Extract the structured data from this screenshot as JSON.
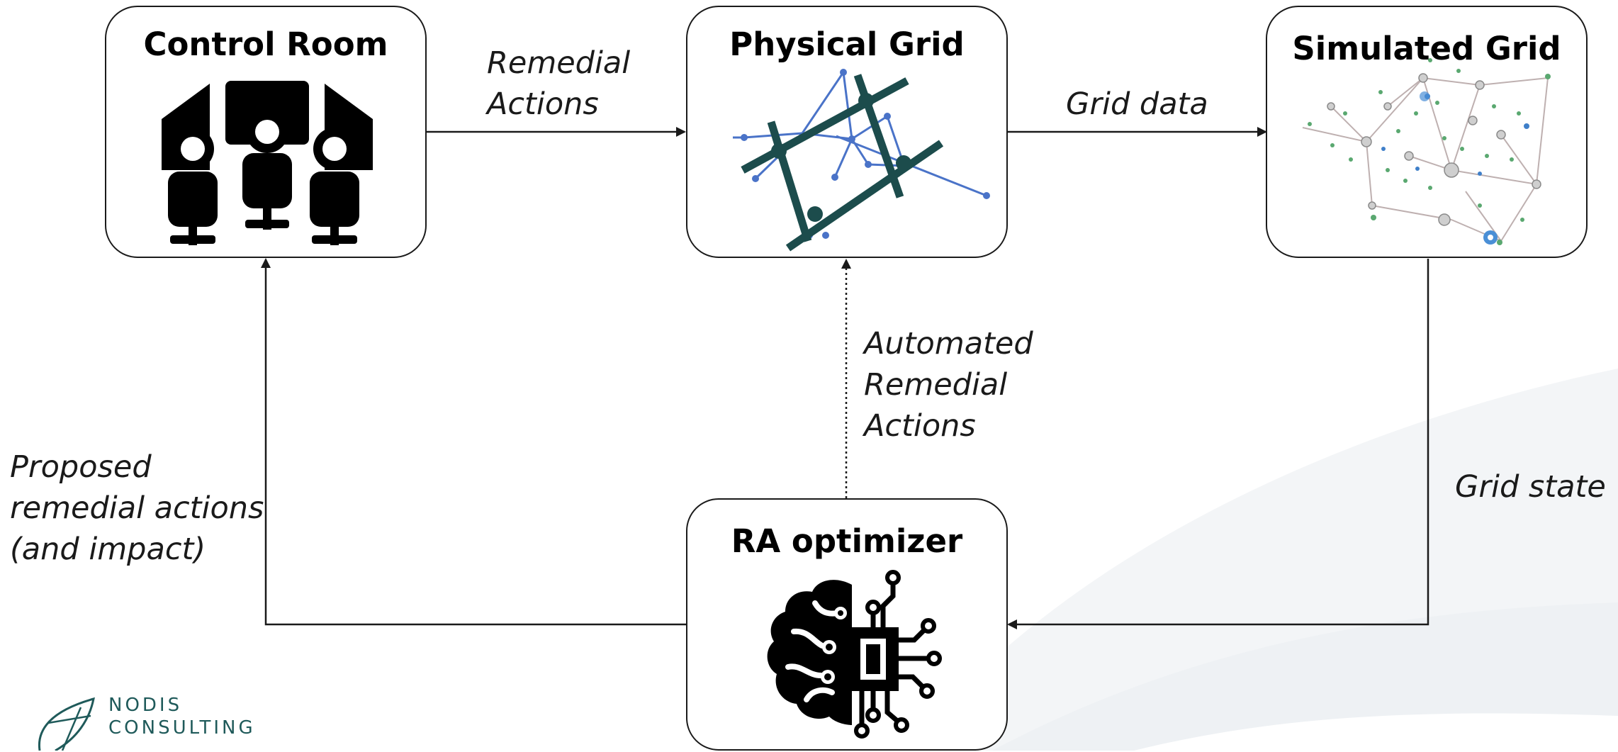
{
  "nodes": {
    "control_room": {
      "title": "Control Room",
      "icon": "operators-icon"
    },
    "physical_grid": {
      "title": "Physical Grid",
      "icon": "grid-network-icon"
    },
    "simulated_grid": {
      "title": "Simulated Grid",
      "icon": "simulated-network-icon"
    },
    "ra_optimizer": {
      "title": "RA optimizer",
      "icon": "ai-brain-chip-icon"
    }
  },
  "edges": {
    "remedial_actions": {
      "line1": "Remedial",
      "line2": "Actions"
    },
    "grid_data": {
      "line1": "Grid data"
    },
    "automated_remedial_actions": {
      "line1": "Automated",
      "line2": "Remedial",
      "line3": "Actions"
    },
    "grid_state": {
      "line1": "Grid state"
    },
    "proposed_remedial_actions": {
      "line1": "Proposed",
      "line2": "remedial actions",
      "line3": "(and impact)"
    }
  },
  "logo": {
    "line1": "NODIS",
    "line2": "CONSULTING",
    "icon": "nodis-leaf-logo-icon"
  },
  "colors": {
    "grid_dark": "#1c4c4c",
    "grid_blue": "#4a73c8",
    "logo_teal": "#1f5a5a",
    "swoosh": "#f2f4f6"
  }
}
